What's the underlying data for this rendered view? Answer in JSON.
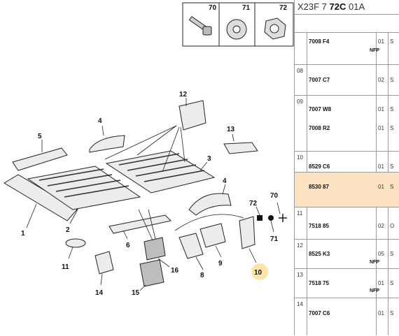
{
  "header": {
    "text_prefix": "X23F 7 ",
    "text_bold": "72C",
    "text_suffix": " 01A"
  },
  "callouts": {
    "c1": "1",
    "c2": "2",
    "c3": "3",
    "c4": "4",
    "c5": "5",
    "c6": "6",
    "c8": "8",
    "c9": "9",
    "c10": "10",
    "c11": "11",
    "c12": "12",
    "c13": "13",
    "c14": "14",
    "c15": "15",
    "c16": "16",
    "c70": "70",
    "c71": "71",
    "c72": "72",
    "box70": "70",
    "box71": "71",
    "box72": "72"
  },
  "highlight_color": "#fbe3c1",
  "callout_highlight_color": "#fde5a8",
  "rows": [
    {
      "num": "",
      "ref": "7008 F4",
      "nfp": "NFP",
      "qty": "01",
      "trunc": "S"
    },
    {
      "num": "08",
      "ref": "7007 C7",
      "nfp": "",
      "qty": "02",
      "trunc": "S"
    },
    {
      "num": "09",
      "ref": "7007 W8",
      "nfp": "",
      "qty": "01",
      "trunc": "S"
    },
    {
      "num": "",
      "ref": "7008 R2",
      "nfp": "",
      "qty": "01",
      "trunc": "S"
    },
    {
      "num": "10",
      "ref": "8529 C6",
      "nfp": "",
      "qty": "01",
      "trunc": "S"
    },
    {
      "num": "",
      "ref": "8530 87",
      "nfp": "",
      "qty": "01",
      "trunc": "S"
    },
    {
      "num": "11",
      "ref": "7518 85",
      "nfp": "",
      "qty": "02",
      "trunc": "O"
    },
    {
      "num": "12",
      "ref": "8525 K3",
      "nfp": "NFP",
      "qty": "05",
      "trunc": "S"
    },
    {
      "num": "13",
      "ref": "7518 75",
      "nfp": "NFP",
      "qty": "01",
      "trunc": "S"
    },
    {
      "num": "14",
      "ref": "7007 C6",
      "nfp": "",
      "qty": "01",
      "trunc": "S"
    }
  ]
}
